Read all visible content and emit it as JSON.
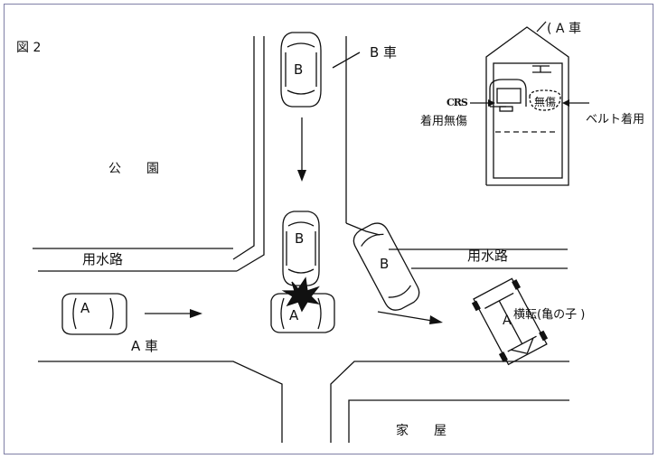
{
  "figure_label": "図 2",
  "places": {
    "park": "公　　園",
    "house": "家　　屋",
    "canal_left": "用水路",
    "canal_right": "用水路"
  },
  "cars": {
    "a_car_label": "A 車",
    "b_car_label": "B 車",
    "a_mark": "A",
    "b_mark": "B",
    "rollover_note": "横転(亀の子 )"
  },
  "inset": {
    "header": "( A 車",
    "seat_status": "無傷",
    "crs_label": "CRS",
    "crs_status": "着用無傷",
    "belt_status": "ベルト着用"
  },
  "colors": {
    "frame": "#7f7fa6",
    "line": "#111111",
    "paper": "#ffffff"
  }
}
